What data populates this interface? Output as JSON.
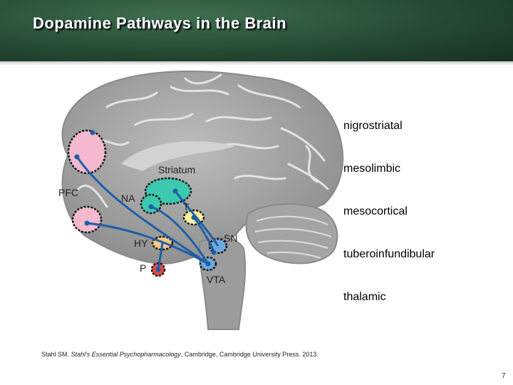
{
  "slide": {
    "title": "Dopamine Pathways in the Brain",
    "page_number": "7"
  },
  "diagram": {
    "region_labels": {
      "striatum": "Striatum",
      "pfc": "PFC",
      "na": "NA",
      "t": "T",
      "hy": "HY",
      "sn": "SN",
      "p": "P",
      "vta": "VTA"
    },
    "pathways": [
      "nigrostriatal",
      "mesolimbic",
      "mesocortical",
      "tuberoinfundibular",
      "thalamic"
    ],
    "colors": {
      "pathway_line": "#1d5fa6",
      "pfc_region": "#f4b9cf",
      "striatum_region": "#3dc9b0",
      "thalamus_region": "#fbf29a",
      "hypothalamus_region": "#f6c986",
      "pituitary_dot": "#e04848",
      "brain_fill": "#a8a8a8",
      "header_green": "#254a34"
    }
  },
  "citation": {
    "prefix": "Stahl SM. ",
    "book": "Stahl's Essential Psychopharmacology",
    "suffix": ", Cambridge, Cambridge University Press. 2013."
  }
}
